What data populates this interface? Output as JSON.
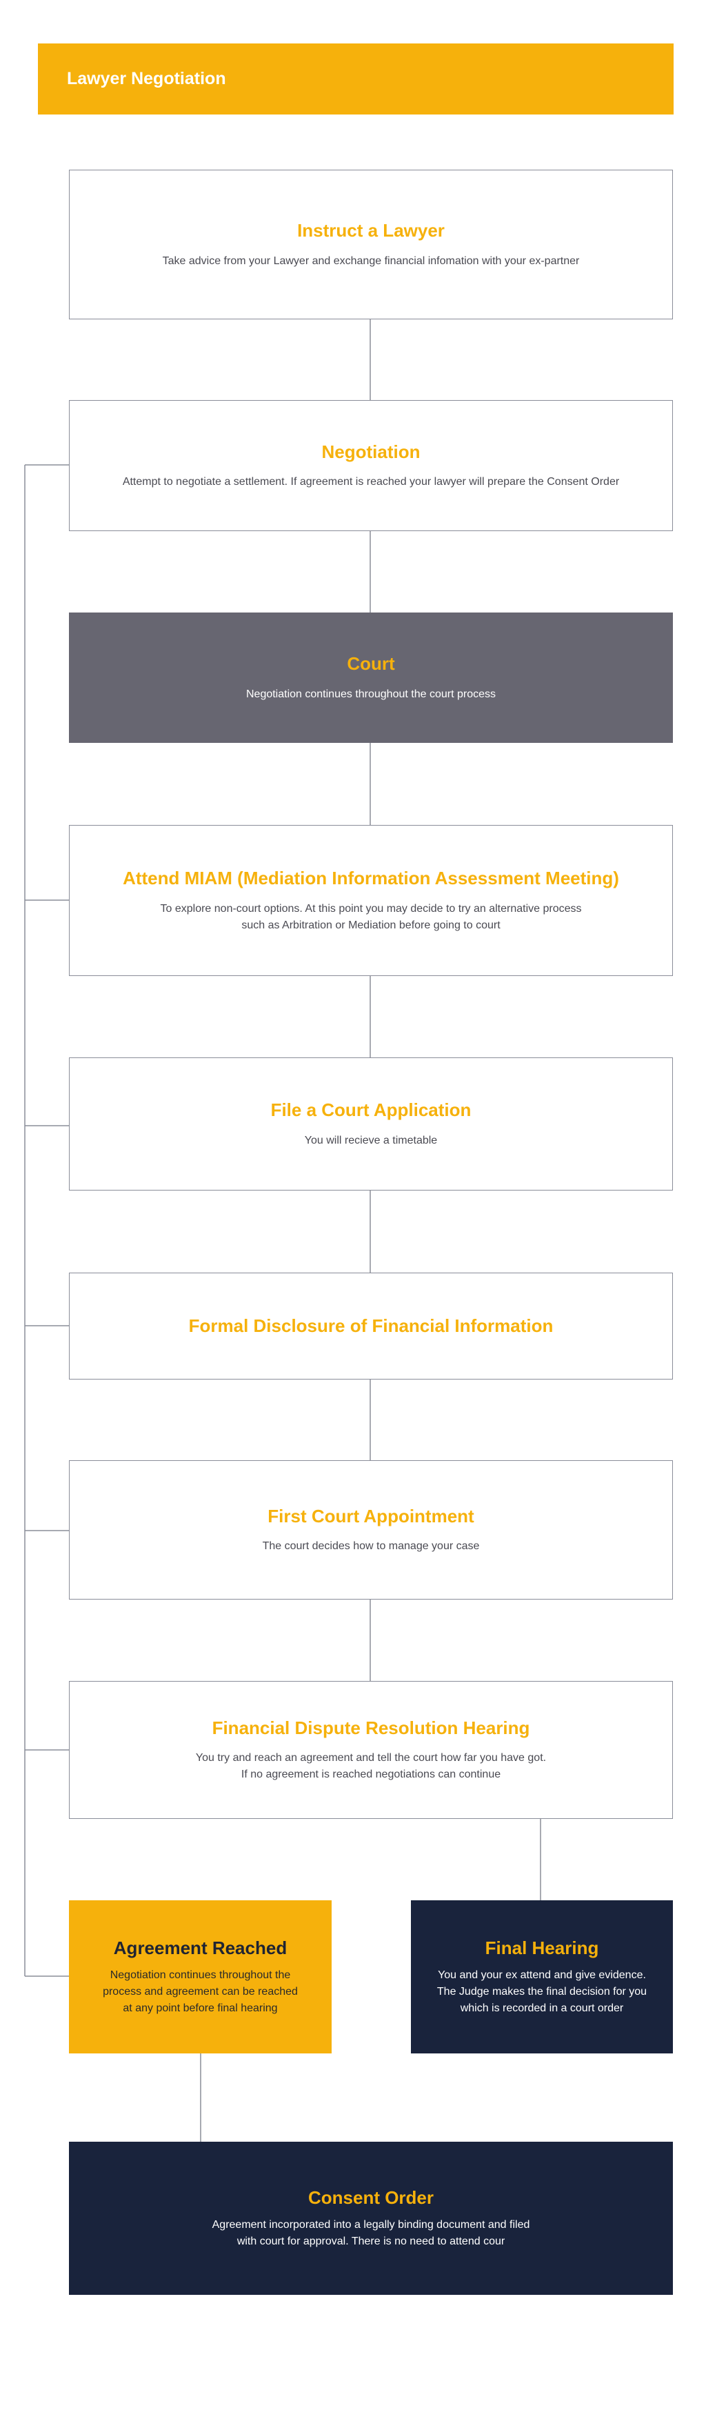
{
  "header": {
    "title": "Lawyer Negotiation"
  },
  "flow": {
    "steps": [
      {
        "title": "Instruct a Lawyer",
        "description": "Take advice from your Lawyer and exchange financial infomation with your ex-partner"
      },
      {
        "title": "Negotiation",
        "description": "Attempt to negotiate a settlement. If agreement is reached your lawyer will prepare the Consent Order"
      },
      {
        "title": "Court",
        "description": "Negotiation continues throughout the court process"
      },
      {
        "title": "Attend MIAM (Mediation Information Assessment Meeting)",
        "description": "To explore non-court options. At this point you may decide to try an alternative process\nsuch as Arbitration or Mediation before going to court"
      },
      {
        "title": "File a Court Application",
        "description": "You will recieve a timetable"
      },
      {
        "title": "Formal Disclosure of Financial Information",
        "description": ""
      },
      {
        "title": "First Court Appointment",
        "description": "The court decides how to manage your case"
      },
      {
        "title": "Financial Dispute Resolution Hearing",
        "description": "You try and reach an agreement and tell the court how far you have got.\nIf no agreement is reached negotiations can continue"
      }
    ],
    "agreement_reached": {
      "title": "Agreement Reached",
      "description": "Negotiation continues throughout the\nprocess and agreement can be reached\nat any point before final hearing"
    },
    "final_hearing": {
      "title": "Final Hearing",
      "description": "You and your ex attend and give evidence.\nThe Judge makes the final decision for you\nwhich is recorded in a court order"
    },
    "consent_order": {
      "title": "Consent Order",
      "description": "Agreement incorporated into a legally binding document and filed\nwith court for approval. There is no need to attend cour"
    }
  },
  "colors": {
    "accent": "#f6b10c",
    "navy": "#19233c",
    "court_grey": "#676671",
    "border": "#8a8d99"
  }
}
